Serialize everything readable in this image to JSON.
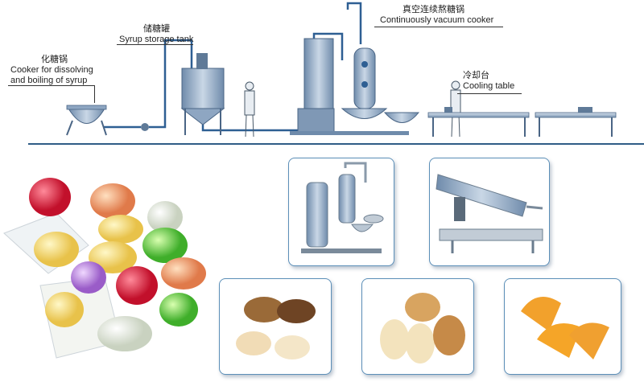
{
  "process": {
    "cooker": {
      "cn": "化糖锅",
      "en_line1": "Cooker for dissolving",
      "en_line2": "and boiling of syrup"
    },
    "storage": {
      "cn": "储糖罐",
      "en": "Syrup storage tank"
    },
    "vacuum": {
      "cn": "真空连续熬糖锅",
      "en": "Continuously vacuum cooker"
    },
    "cooling": {
      "cn": "冷却台",
      "en": "Cooling table"
    }
  },
  "colors": {
    "pipe": "#2e5f93",
    "steel": "#9db3cc",
    "steel_dark": "#5f7a98",
    "divider": "#2f5d86",
    "panel_border": "#5c8fb8"
  }
}
